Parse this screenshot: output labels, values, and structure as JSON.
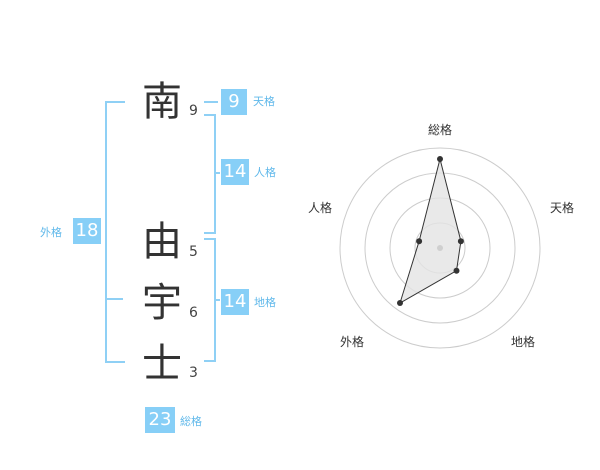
{
  "name": {
    "chars": [
      {
        "char": "南",
        "strokes": "9"
      },
      {
        "char": "由",
        "strokes": "5"
      },
      {
        "char": "宇",
        "strokes": "6"
      },
      {
        "char": "士",
        "strokes": "3"
      }
    ]
  },
  "fortunes": {
    "tenkaku": {
      "value": "9",
      "label": "天格"
    },
    "jinkaku": {
      "value": "14",
      "label": "人格"
    },
    "chikaku": {
      "value": "14",
      "label": "地格"
    },
    "gaikaku": {
      "value": "18",
      "label": "外格"
    },
    "soukaku": {
      "value": "23",
      "label": "総格"
    }
  },
  "radar": {
    "axes": [
      "総格",
      "天格",
      "地格",
      "外格",
      "人格"
    ],
    "values": [
      0.89,
      0.22,
      0.28,
      0.68,
      0.22
    ],
    "colors": {
      "ring": "#cccccc",
      "fill": "#e3e3e3",
      "line": "#333333",
      "point": "#333333",
      "center": "#cfcfcf"
    }
  }
}
